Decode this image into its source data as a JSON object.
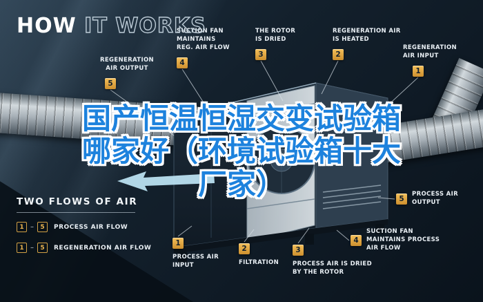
{
  "title": {
    "bold": "HOW",
    "outline": "IT WORKS"
  },
  "overlay": {
    "line1": "国产恒温恒湿交变试验箱",
    "line2": "哪家好（环境试验箱十大",
    "line3": "厂家）"
  },
  "callouts": {
    "regen_output": {
      "num": "5",
      "label": "REGENERATION\nAIR OUTPUT"
    },
    "suction_reg": {
      "num": "4",
      "label": "SUCTION FAN\nMAINTAINS\nREG. AIR FLOW"
    },
    "rotor_dried": {
      "num": "3",
      "label": "THE ROTOR\nIS DRIED"
    },
    "regen_heated": {
      "num": "2",
      "label": "REGENERATION AIR\nIS HEATED"
    },
    "regen_input": {
      "num": "1",
      "label": "REGENERATION\nAIR INPUT"
    },
    "process_output": {
      "num": "5",
      "label": "PROCESS AIR\nOUTPUT"
    },
    "suction_process": {
      "num": "4",
      "label": "SUCTION FAN\nMAINTAINS PROCESS\nAIR FLOW"
    },
    "process_dried": {
      "num": "3",
      "label": "PROCESS AIR IS DRIED\nBY THE ROTOR"
    },
    "filtration": {
      "num": "2",
      "label": "FILTRATION"
    },
    "process_input": {
      "num": "1",
      "label": "PROCESS AIR\nINPUT"
    }
  },
  "legend": {
    "title": "TWO FLOWS OF AIR",
    "rows": [
      {
        "from": "1",
        "to": "5",
        "label": "PROCESS AIR FLOW"
      },
      {
        "from": "1",
        "to": "5",
        "label": "REGENERATION AIR FLOW"
      }
    ]
  },
  "colors": {
    "badge": "#cd8f2e",
    "overlay_blue": "#1d82dd",
    "label_text": "#eaf0f5"
  }
}
